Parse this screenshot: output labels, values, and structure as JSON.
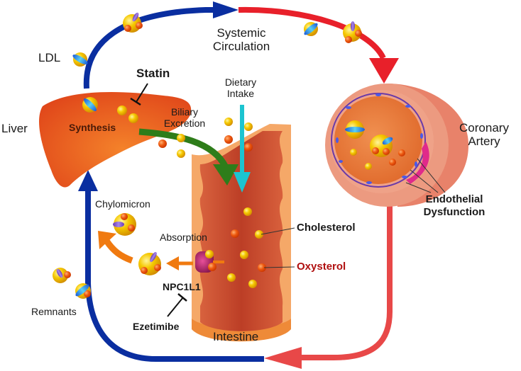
{
  "diagram": {
    "title": "Cholesterol metabolism cycle",
    "colors": {
      "systemic_arrow_blue": "#0a2ea0",
      "systemic_arrow_red": "#e8202a",
      "return_arrow_red": "#e84848",
      "biliary_arrow_green": "#2e7d1a",
      "dietary_arrow_cyan": "#1cc4d0",
      "absorption_arrow_orange": "#f07a10",
      "liver": "#e8561c",
      "intestine_outer": "#f5a868",
      "intestine_inner": "#c8503a",
      "artery_outer": "#e8826a",
      "cholesterol": "#f5c800",
      "oxysterol": "#e84a10",
      "npc1l1": "#b0206a",
      "oxysterol_label": "#b01010"
    },
    "labels": {
      "ldl": "LDL",
      "systemic_line1": "Systemic",
      "systemic_line2": "Circulation",
      "statin": "Statin",
      "dietary_line1": "Dietary",
      "dietary_line2": "Intake",
      "liver": "Liver",
      "synthesis": "Synthesis",
      "biliary_line1": "Biliary",
      "biliary_line2": "Excretion",
      "coronary_line1": "Coronary",
      "coronary_line2": "Artery",
      "endothelial_line1": "Endothelial",
      "endothelial_line2": "Dysfunction",
      "chylomicron": "Chylomicron",
      "absorption": "Absorption",
      "cholesterol": "Cholesterol",
      "oxysterol": "Oxysterol",
      "npc1l1": "NPC1L1",
      "remnants": "Remnants",
      "ezetimibe": "Ezetimibe",
      "intestine": "Intestine"
    },
    "nodes": [
      "Liver",
      "Systemic Circulation",
      "Coronary Artery",
      "Intestine"
    ],
    "edges": [
      {
        "from": "Liver",
        "to": "Systemic Circulation",
        "label": "LDL"
      },
      {
        "from": "Systemic Circulation",
        "to": "Coronary Artery",
        "label": ""
      },
      {
        "from": "Coronary Artery",
        "to": "Intestine",
        "label": ""
      },
      {
        "from": "Intestine",
        "to": "Liver",
        "label": "Chylomicron / Remnants"
      },
      {
        "from": "Liver",
        "to": "Intestine",
        "label": "Biliary Excretion"
      },
      {
        "from": "Dietary Intake",
        "to": "Intestine",
        "label": ""
      },
      {
        "from": "Intestine",
        "to": "Chylomicron",
        "label": "Absorption via NPC1L1"
      }
    ],
    "inhibitors": [
      {
        "drug": "Statin",
        "target": "Synthesis"
      },
      {
        "drug": "Ezetimibe",
        "target": "NPC1L1"
      }
    ]
  }
}
